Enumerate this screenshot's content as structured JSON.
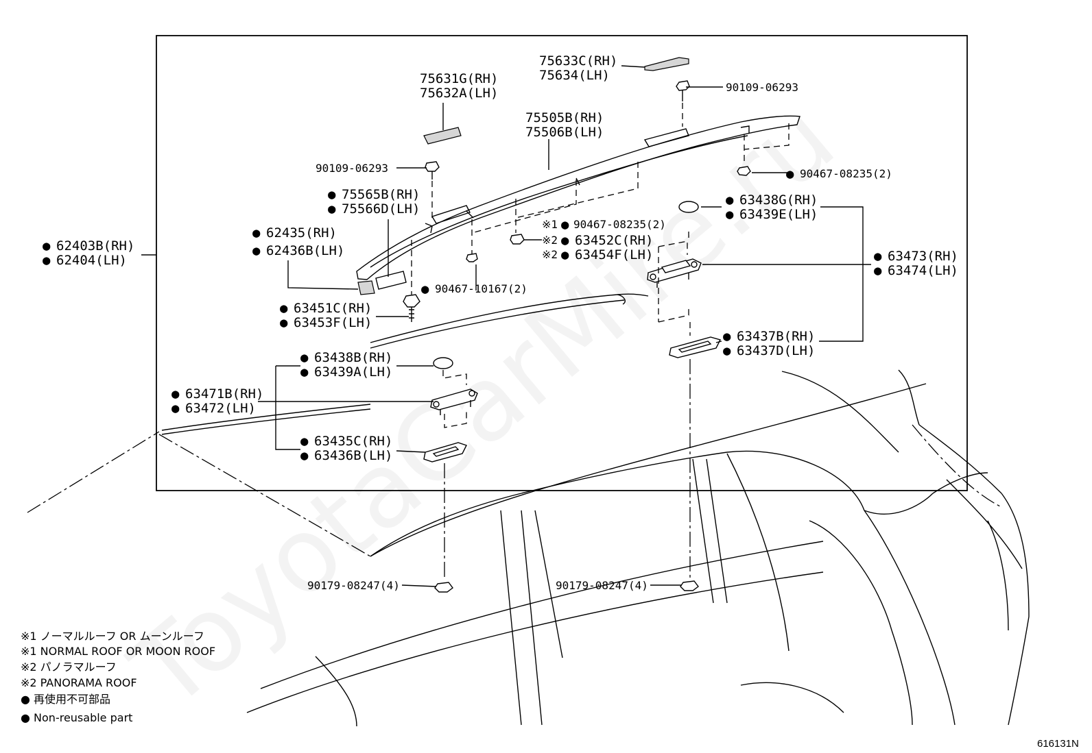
{
  "callouts": {
    "p75633": [
      "75633C(RH)",
      "75634(LH)"
    ],
    "p90109a": "90109-06293",
    "p75631": [
      "75631G(RH)",
      "75632A(LH)"
    ],
    "p75505": [
      "75505B(RH)",
      "75506B(LH)"
    ],
    "p90109b": "90109-06293",
    "p90467a": "90467-08235(2)",
    "p75565": [
      "75565B(RH)",
      "75566D(LH)"
    ],
    "p63438g": [
      "63438G(RH)",
      "63439E(LH)"
    ],
    "p62435": [
      "62435(RH)",
      "62436B(LH)"
    ],
    "p90467b": "90467-08235(2)",
    "p63452": [
      "63452C(RH)",
      "63454F(LH)"
    ],
    "p62403": [
      "62403B(RH)",
      "62404(LH)"
    ],
    "p63473": [
      "63473(RH)",
      "63474(LH)"
    ],
    "p90467c": "90467-10167(2)",
    "p63451": [
      "63451C(RH)",
      "63453F(LH)"
    ],
    "p63437": [
      "63437B(RH)",
      "63437D(LH)"
    ],
    "p63438b": [
      "63438B(RH)",
      "63439A(LH)"
    ],
    "p63471": [
      "63471B(RH)",
      "63472(LH)"
    ],
    "p63435": [
      "63435C(RH)",
      "63436B(LH)"
    ],
    "p90179a": "90179-08247(4)",
    "p90179b": "90179-08247(4)"
  },
  "markers": {
    "dot": "●",
    "note1": "※1",
    "note2": "※2"
  },
  "legend": [
    "※1 ノーマルルーフ OR ムーンルーフ",
    "※1 NORMAL ROOF OR MOON ROOF",
    "※2 パノラマルーフ",
    "※2 PANORAMA ROOF",
    "● 再使用不可部品",
    "● Non-reusable part"
  ],
  "diagram_code": "616131N",
  "watermark": "ToyotaCarMire.ru"
}
